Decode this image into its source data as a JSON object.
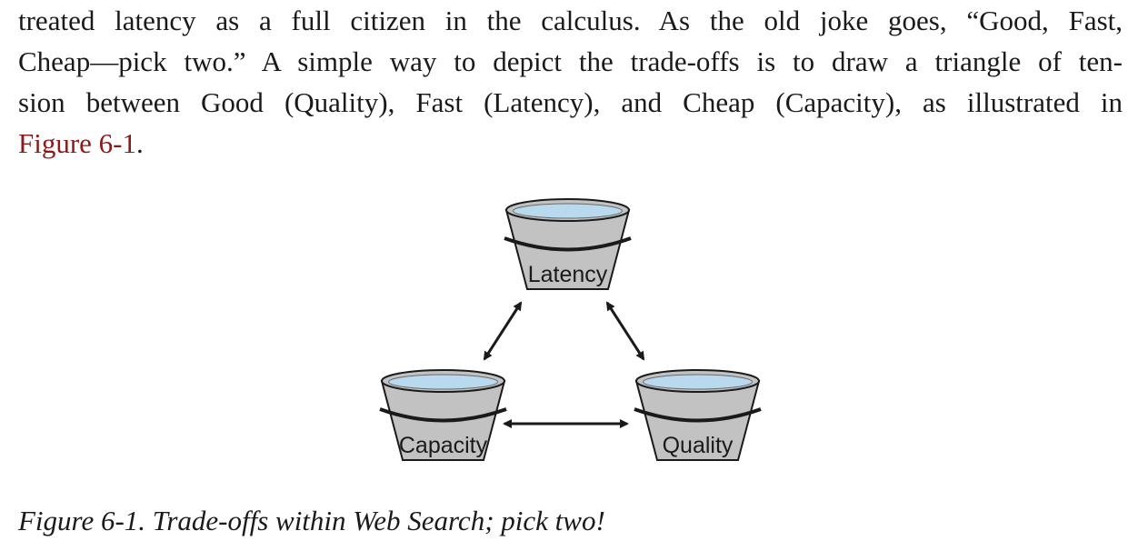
{
  "paragraph": {
    "line1": "treated latency as a full citizen in the calculus. As the old joke goes, “Good, Fast,",
    "line2": "Cheap—pick two.” A simple way to depict the trade-offs is to draw a triangle of ten-",
    "line3": "sion between Good (Quality), Fast (Latency), and Cheap (Capacity), as illustrated in",
    "link": "Figure 6-1",
    "tail": "."
  },
  "figure": {
    "buckets": {
      "top": "Latency",
      "left": "Capacity",
      "right": "Quality"
    },
    "colors": {
      "bucket_fill": "#c2c2c2",
      "water": "#b9d9ee",
      "stroke": "#1a1a1a"
    }
  },
  "caption": "Figure 6-1. Trade-offs within Web Search; pick two!"
}
